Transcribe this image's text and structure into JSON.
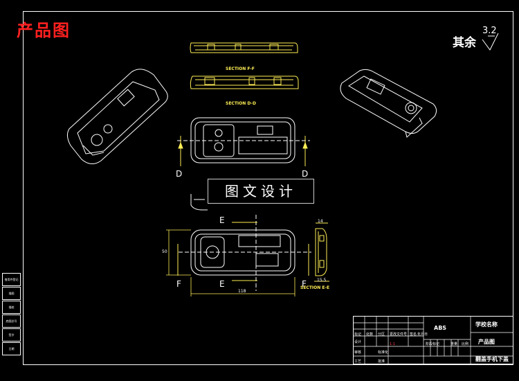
{
  "title": "产品图",
  "remark": {
    "label": "其余",
    "roughness_value": "3.2"
  },
  "watermark": "图文设计",
  "sections": {
    "f_f": "SECTION F-F",
    "d_d": "SECTION D-D",
    "e_e": "SECTION E-E"
  },
  "labels": {
    "d_left": "D",
    "d_right": "D",
    "e_top": "E",
    "e_bottom": "E",
    "f_left": "F",
    "f_right": "F"
  },
  "dimensions": {
    "width": "118",
    "height": "50",
    "thickness_top": "14",
    "thickness_bottom": "15.5"
  },
  "side_table": [
    "借用件登记",
    "描图",
    "描校",
    "底图总号",
    "签字",
    "日期"
  ],
  "title_block": {
    "material": "ABS",
    "school": "学校名称",
    "drawing_name": "产品图",
    "part_name": "翻盖手机下盖",
    "scale": "1:1",
    "row_labels": [
      "标记",
      "处数",
      "分区",
      "更改文件号",
      "签名",
      "年月日"
    ],
    "bottom_labels": [
      "设计",
      "审核",
      "工艺",
      "标准化",
      "批准"
    ],
    "mid_labels": [
      "阶段标记",
      "重量",
      "比例"
    ]
  }
}
